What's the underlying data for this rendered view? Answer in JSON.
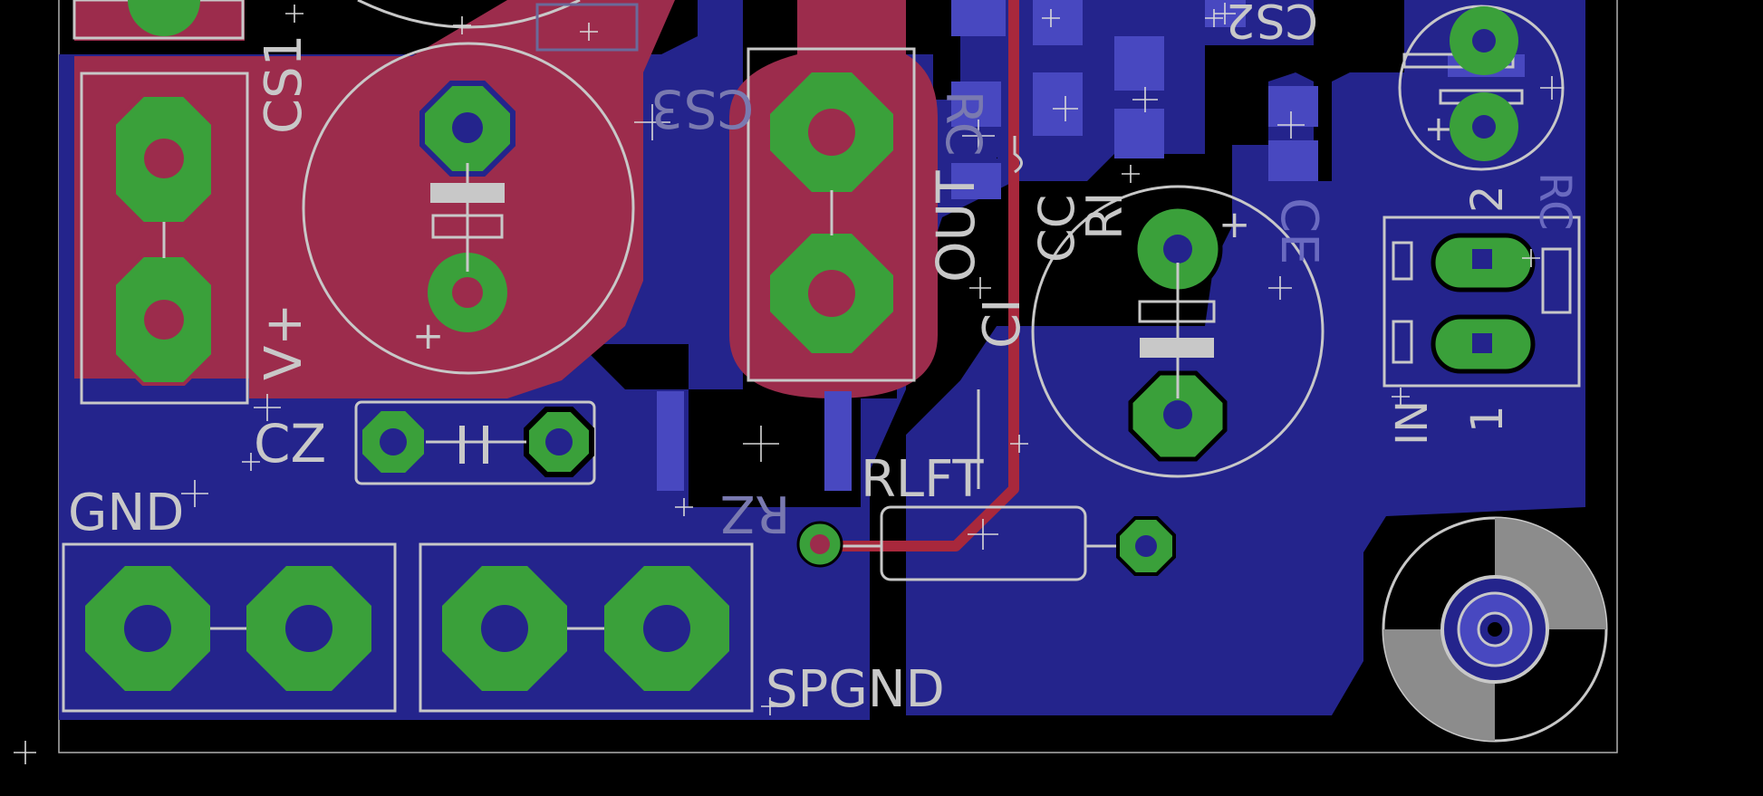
{
  "colors": {
    "background": "#000000",
    "bottom_copper": "#24248c",
    "bottom_copper_pad": "#4848c0",
    "top_copper": "#9c2c4c",
    "top_trace": "#a8283c",
    "pad": "#3aa03a",
    "silkscreen": "#c8c8c8",
    "hole_marker": "#8c8c8c"
  },
  "silkscreen_labels": {
    "cs1": "CS1",
    "cs3": "CS3",
    "cs2": "CS2",
    "vplus": "V+",
    "cz": "CZ",
    "gnd": "GND",
    "spgnd": "SPGND",
    "rz": "RZ",
    "rlft": "RLFT",
    "rc": "RC",
    "out": "OUT",
    "ci": "CI",
    "cc": "CC",
    "ri": "RI",
    "ce": "CE",
    "in": "IN",
    "pin1": "1",
    "pin2": "2",
    "cap_plus": "+"
  }
}
